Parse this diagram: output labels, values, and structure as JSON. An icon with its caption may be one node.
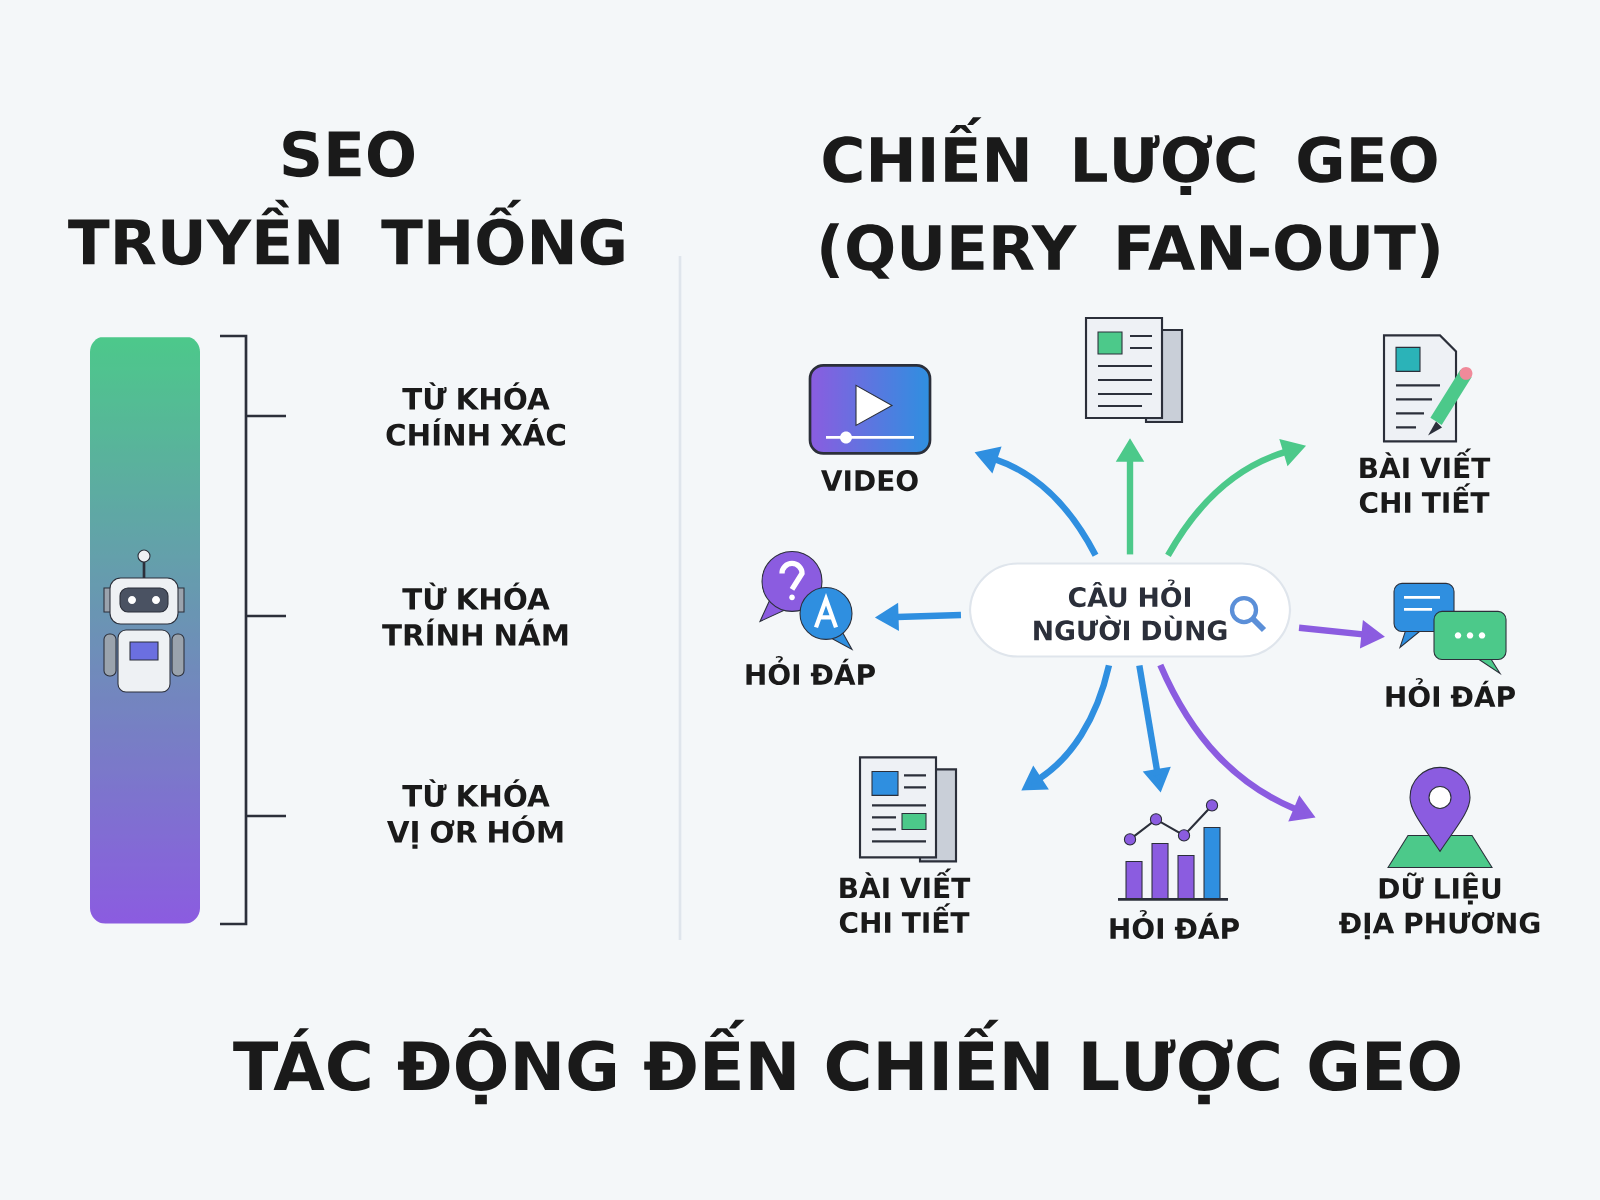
{
  "diagram": {
    "title": "TÁC ĐỘNG ĐẾN CHIẾN LƯỢC GEO",
    "nodes": [
      {
        "text": [
          "VIDEO"
        ]
      },
      {
        "text": [],
        "shape": "picture"
      },
      {
        "text": [
          "BÀI VIẾT CHI TIẾT"
        ]
      },
      {
        "text": [
          "HỎI ĐÁP"
        ]
      },
      {
        "text": [
          "CÂU HỎI NGƯỜI DÙNG"
        ]
      },
      {
        "text": [
          "HỎI ĐÁP"
        ]
      },
      {
        "text": [
          "BÀI VIẾT CHI TIẾT"
        ]
      },
      {
        "text": [
          "HỎI ĐÁP"
        ]
      },
      {
        "text": [
          "DỮ LIỆU ĐỊA PHƯƠNG"
        ]
      }
    ],
    "edges": [
      {
        "from": 4,
        "to": 0,
        "arrow": "to"
      },
      {
        "from": 4,
        "to": 1,
        "arrow": "to",
        "color": "#4cc98a"
      },
      {
        "from": 4,
        "to": 2,
        "arrow": "to",
        "color": "#4cc98a"
      },
      {
        "from": 4,
        "to": 3,
        "arrow": "to"
      },
      {
        "from": 4,
        "to": 5,
        "arrow": "to",
        "color": "#8b5ce0"
      },
      {
        "from": 4,
        "to": 6,
        "arrow": "to"
      },
      {
        "from": 4,
        "to": 7,
        "arrow": "to"
      },
      {
        "from": 4,
        "to": 8,
        "arrow": "to",
        "color": "#8b5ce0"
      }
    ],
    "labels": [
      "SEO TRUYỀN THỐNG",
      "CHIẾN LƯỢC GEO (QUERY FAN-OUT)",
      "TỪ KHÓA CHÍNH XÁC",
      "TỪ KHÓA TRÍNH NÁM",
      "TỪ KHÓA VỊ ƠR HÓM"
    ]
  }
}
